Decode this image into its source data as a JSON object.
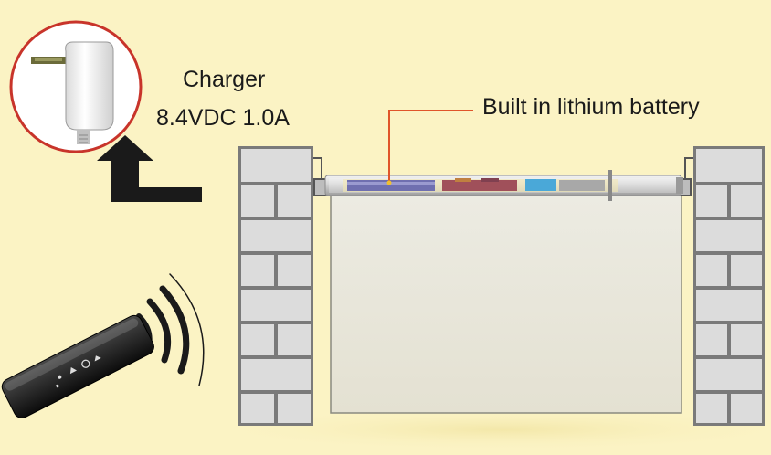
{
  "charger": {
    "title": "Charger",
    "spec": "8.4VDC 1.0A"
  },
  "battery": {
    "label": "Built in lithium battery"
  },
  "colors": {
    "background": "#fbf3c4",
    "accent_circle": "#c8342a",
    "arrow": "#1a1a1a",
    "brick": "#dcdcdc",
    "brick_grout": "#7a7a7a",
    "shade": "#e9e6d8",
    "leader_line": "#e0552a"
  },
  "icons": {
    "charger": "wall-charger-icon",
    "remote": "remote-control-icon",
    "signal": "wireless-signal-icon"
  }
}
